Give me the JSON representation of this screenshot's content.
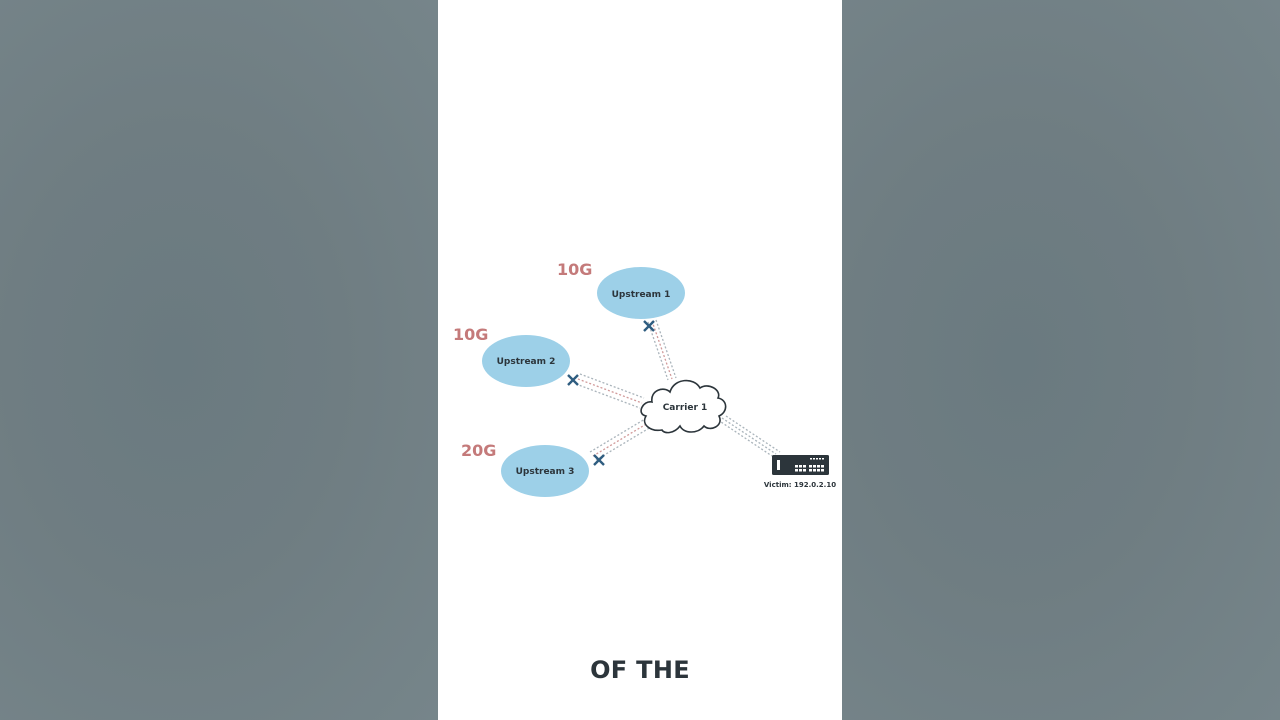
{
  "diagram": {
    "nodes": [
      {
        "id": "upstream1",
        "label": "Upstream 1",
        "capacity": "10G"
      },
      {
        "id": "upstream2",
        "label": "Upstream 2",
        "capacity": "10G"
      },
      {
        "id": "upstream3",
        "label": "Upstream 3",
        "capacity": "20G"
      },
      {
        "id": "carrier1",
        "label": "Carrier 1"
      },
      {
        "id": "victim",
        "label": "Victim: 192.0.2.10"
      }
    ],
    "edges": [
      {
        "from": "upstream1",
        "to": "carrier1",
        "blocked": true
      },
      {
        "from": "upstream2",
        "to": "carrier1",
        "blocked": true
      },
      {
        "from": "upstream3",
        "to": "carrier1",
        "blocked": true
      },
      {
        "from": "carrier1",
        "to": "victim",
        "blocked": false
      }
    ],
    "colors": {
      "upstream_fill": "#9dd0e8",
      "capacity_text": "#c47a7a",
      "block_mark": "#2f5d80",
      "link_gray": "#aab4bb",
      "link_red": "#d19a9a",
      "server": "#2c353b"
    }
  },
  "caption": "OF THE"
}
